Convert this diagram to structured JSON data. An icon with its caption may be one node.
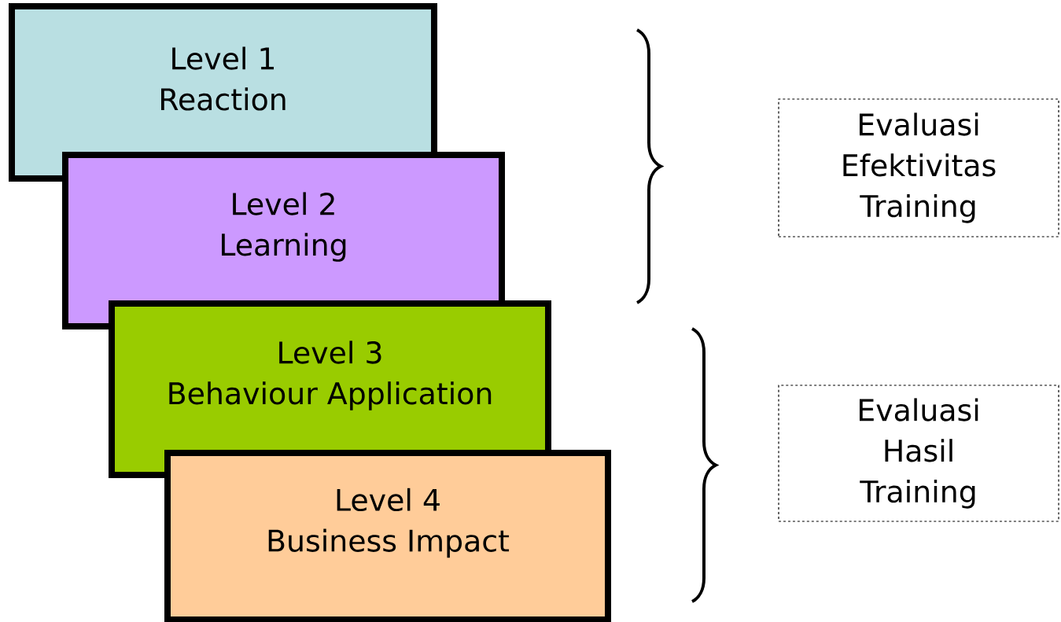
{
  "diagram": {
    "nodes": [
      {
        "text": [
          "Level 1",
          "Reaction"
        ]
      },
      {
        "text": [
          "Level 2",
          "Learning"
        ]
      },
      {
        "text": [
          "Level 3",
          "Behaviour Application"
        ]
      },
      {
        "text": [
          "Level 4",
          "Business Impact"
        ]
      },
      {
        "text": [
          "Evaluasi Efektivitas Training"
        ]
      },
      {
        "text": [
          "Evaluasi Hasil Training"
        ]
      }
    ]
  }
}
